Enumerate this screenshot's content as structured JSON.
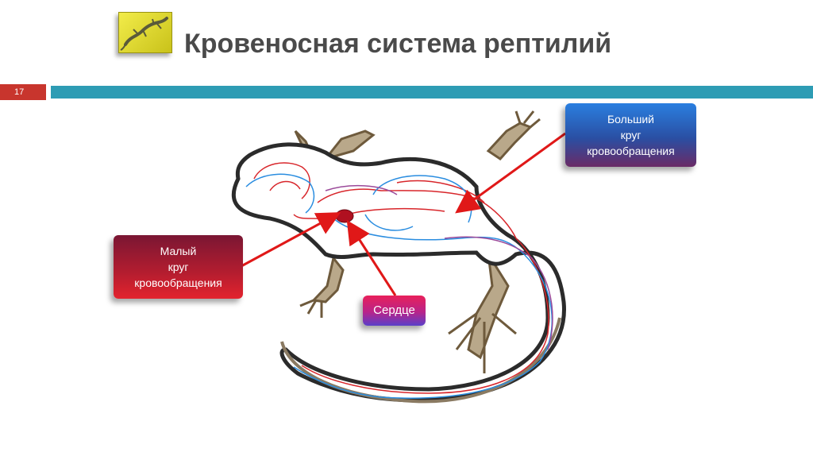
{
  "title": "Кровеносная система рептилий",
  "page_number": "17",
  "icons": {
    "logo": "lizard-logo-icon"
  },
  "labels": {
    "big_circle": [
      "Больший",
      "круг",
      "кровообращения"
    ],
    "small_circle": [
      "Малый",
      "круг",
      "кровообращения"
    ],
    "heart": "Сердце"
  },
  "colors": {
    "accent_bar": "#2d9cb4",
    "page_badge": "#c8352d",
    "arrow": "#e01818",
    "artery": "#d8262b",
    "vein": "#2a8de0"
  }
}
